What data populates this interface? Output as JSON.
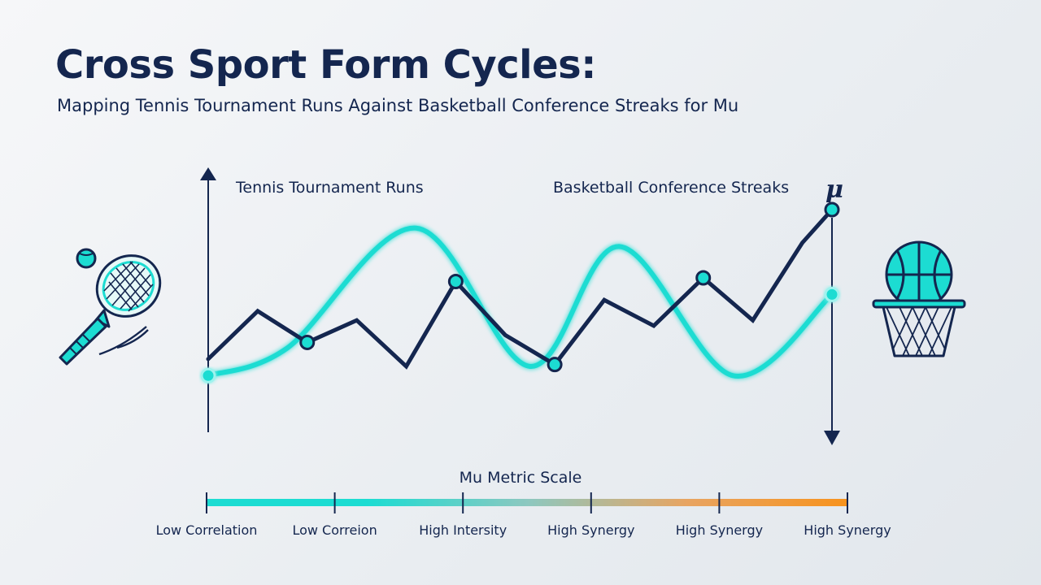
{
  "title": "Cross Sport Form Cycles:",
  "subtitle": "Mapping Tennis Tournament Runs Against Basketball Conference Streaks for Mu",
  "colors": {
    "navy": "#14264f",
    "teal": "#1cdcd2",
    "orange": "#f7931e",
    "background": "#eef1f4"
  },
  "icons": {
    "left": "tennis-racket-icon",
    "right": "basketball-hoop-icon",
    "mu_symbol": "μ"
  },
  "chart_data": {
    "type": "line",
    "series": [
      {
        "name": "Tennis Tournament Runs",
        "color": "#1cdcd2",
        "style": "smooth",
        "x": [
          0,
          1.6,
          4.2,
          6.5,
          8.3,
          10.6,
          12.6
        ],
        "values": [
          10,
          25,
          90,
          15,
          80,
          10,
          54
        ],
        "markers": [
          0,
          6
        ]
      },
      {
        "name": "Basketball Conference Streaks",
        "color": "#14264f",
        "style": "straight",
        "x": [
          0,
          1,
          2,
          3,
          4,
          5,
          6,
          7,
          8,
          9,
          10,
          11,
          12,
          12.6
        ],
        "values": [
          19,
          45,
          28,
          40,
          15,
          61,
          32,
          16,
          51,
          37,
          63,
          40,
          82,
          100
        ],
        "markers": [
          2,
          5,
          7,
          10,
          13
        ]
      }
    ],
    "mu_symbol": "μ",
    "xlim": [
      0,
      12.6
    ],
    "ylim": [
      0,
      100
    ],
    "grid": false,
    "scale": {
      "label": "Mu Metric Scale",
      "ticks": [
        "Low Correlation",
        "Low Correion",
        "High Intersity",
        "High Synergy",
        "High Synergy",
        "High Synergy"
      ],
      "gradient": [
        "#1cdcd2",
        "#1cdcd2",
        "#8cc8c0",
        "#e8a461",
        "#f7931e"
      ]
    }
  }
}
